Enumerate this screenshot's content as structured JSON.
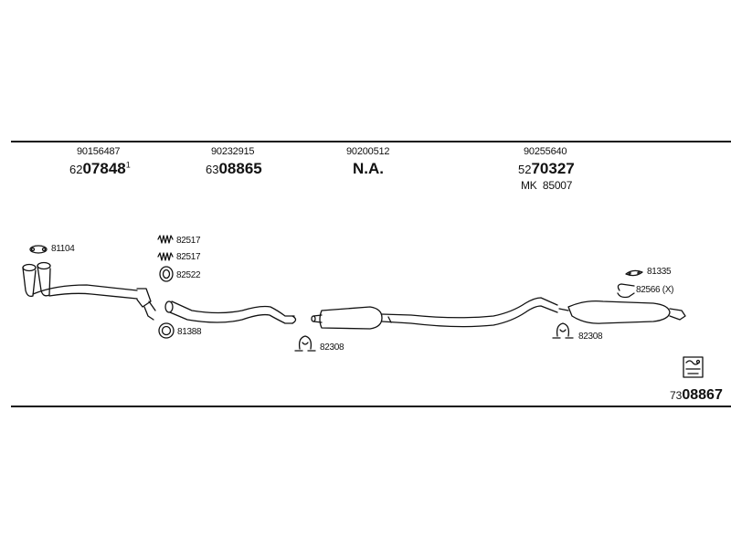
{
  "header": {
    "groups": [
      {
        "part_no": "90156487",
        "prefix": "62",
        "code": "07848",
        "sup": "1"
      },
      {
        "part_no": "90232915",
        "prefix": "63",
        "code": "08865"
      },
      {
        "part_no": "90200512",
        "code": "N.A."
      },
      {
        "part_no": "90255640",
        "prefix": "52",
        "code": "70327",
        "extra": "MK  85007"
      }
    ]
  },
  "labels": {
    "gasket_front": "81104",
    "spring_a": "82517",
    "spring_b": "82517",
    "ring": "82522",
    "clamp_front": "81388",
    "bracket_center": "82308",
    "bracket_rear": "82308",
    "hanger_rear": "81335",
    "clamp_rear": "82566 (X)"
  },
  "footer": {
    "kit_prefix": "73",
    "kit_code": "08867"
  }
}
